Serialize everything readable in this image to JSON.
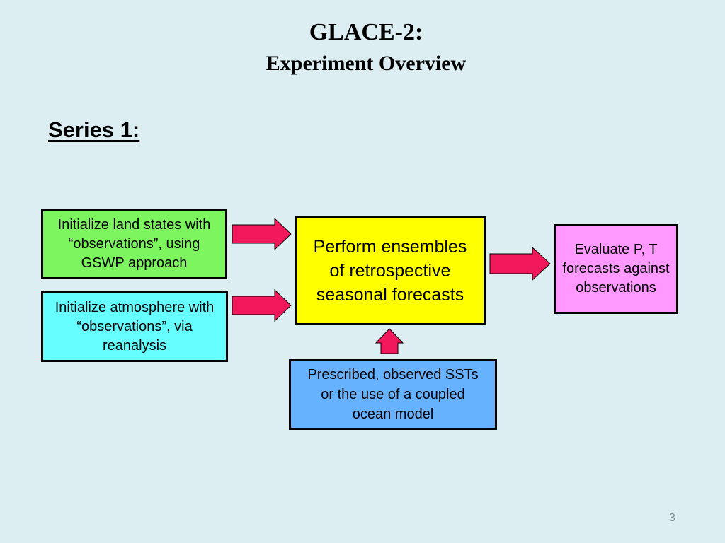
{
  "title": {
    "line1": "GLACE-2:",
    "line2": "Experiment Overview"
  },
  "series_label": "Series 1:",
  "boxes": {
    "land": {
      "text": "Initialize land states with “observations”, using GSWP approach",
      "color": "#7cf55f"
    },
    "atmosphere": {
      "text": "Initialize atmosphere with “observations”, via reanalysis",
      "color": "#66ffff"
    },
    "forecast": {
      "text": "Perform ensembles of retrospective seasonal forecasts",
      "color": "#ffff00"
    },
    "evaluate": {
      "text": "Evaluate P, T forecasts against observations",
      "color": "#ff99ff"
    },
    "ocean": {
      "text": "Prescribed, observed SSTs or the use of a coupled ocean model",
      "color": "#66b2ff"
    }
  },
  "arrow_color": "#f0185a",
  "page_number": "3"
}
